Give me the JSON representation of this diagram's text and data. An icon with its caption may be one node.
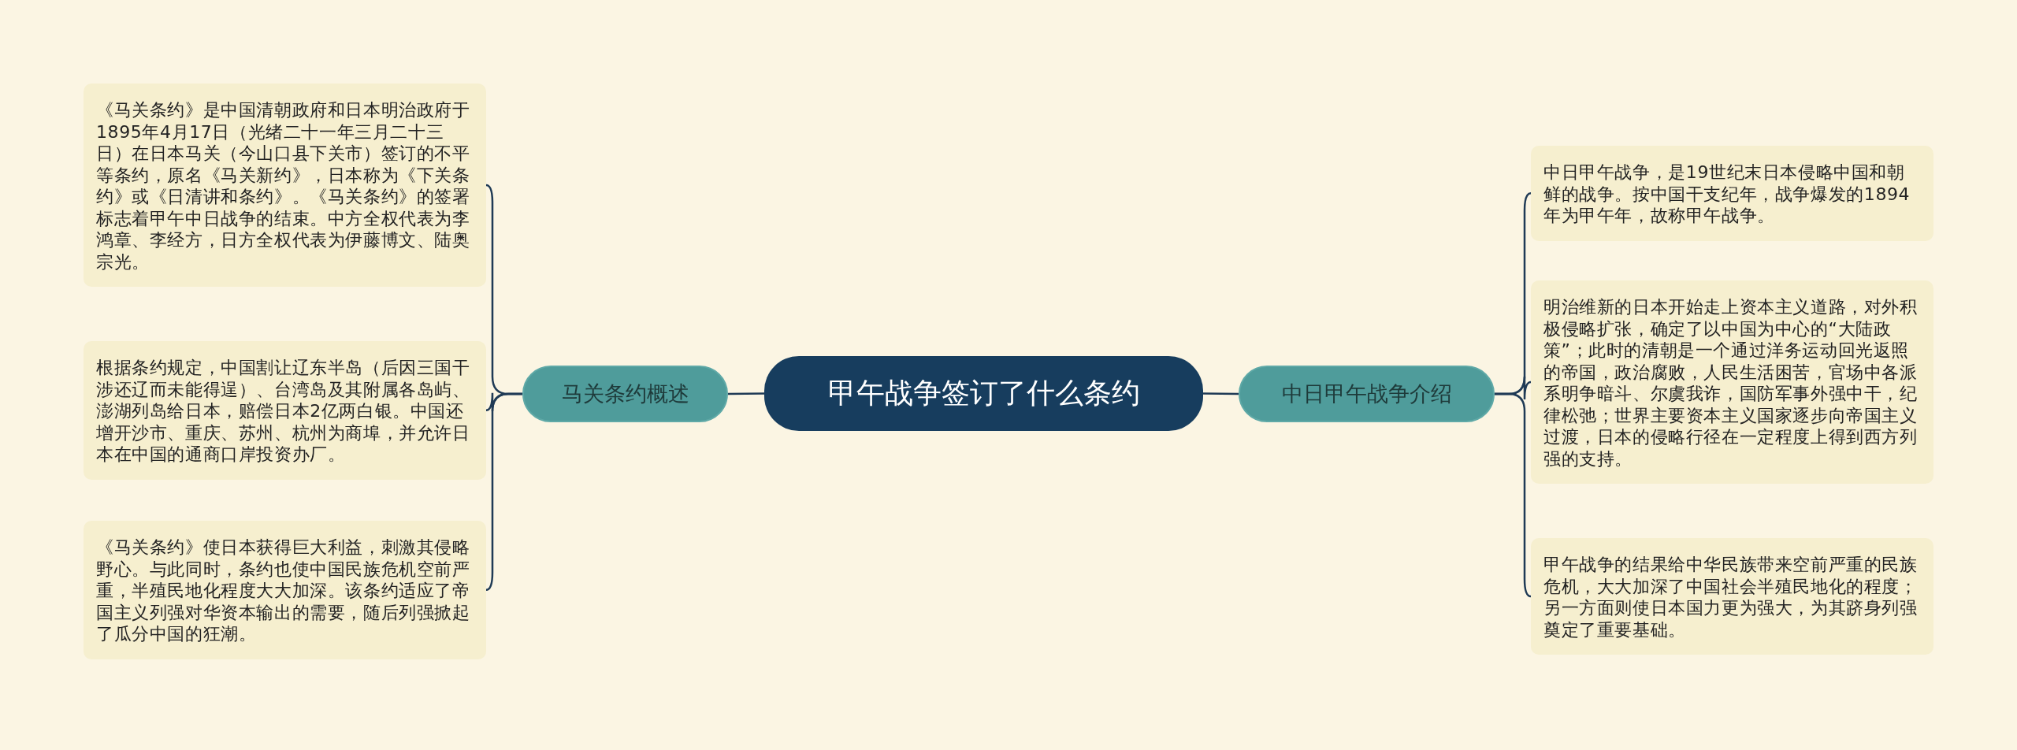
{
  "diagram": {
    "nodes": [
      {
        "text": [
          "甲午战争签订了什么条约"
        ]
      },
      {
        "text": [
          "马关条约概述"
        ]
      },
      {
        "text": [
          "《马关条约》是中国清朝政府和日本明治政府于1895年4月17日（光绪二十一年三月二十三日）在日本马关（今山口县下关市）签订的不平等条约，原名《马关新约》，日本称为《下关条约》或《日清讲和条约》。《马关条约》的签署标志着甲午中日战争的结束。中方全权代表为李鸿章、李经方，日方全权代表为伊藤博文、陆奥宗光。"
        ]
      },
      {
        "text": [
          "根据条约规定，中国割让辽东半岛（后因三国干涉还辽而未能得逞）、台湾岛及其附属各岛屿、澎湖列岛给日本，赔偿日本2亿两白银。中国还增开沙市、重庆、苏州、杭州为商埠，并允许日本在中国的通商口岸投资办厂。"
        ]
      },
      {
        "text": [
          "《马关条约》使日本获得巨大利益，刺激其侵略野心。与此同时，条约也使中国民族危机空前严重，半殖民地化程度大大加深。该条约适应了帝国主义列强对华资本输出的需要，随后列强掀起了瓜分中国的狂潮。"
        ]
      },
      {
        "text": [
          "中日甲午战争介绍"
        ]
      },
      {
        "text": [
          "中日甲午战争，是19世纪末日本侵略中国和朝鲜的战争。按中国干支纪年，战争爆发的1894年为甲午年，故称甲午战争。"
        ]
      },
      {
        "text": [
          "明治维新的日本开始走上资本主义道路，对外积极侵略扩张，确定了以中国为中心的“大陆政策”；此时的清朝是一个通过洋务运动回光返照的帝国，政治腐败，人民生活困苦，官场中各派系明争暗斗、尔虞我诈，国防军事外强中干，纪律松弛；世界主要资本主义国家逐步向帝国主义过渡，日本的侵略行径在一定程度上得到西方列强的支持。"
        ]
      },
      {
        "text": [
          "甲午战争的结果给中华民族带来空前严重的民族危机，大大加深了中国社会半殖民地化的程度；另一方面则使日本国力更为强大，为其跻身列强奠定了重要基础。"
        ]
      }
    ],
    "edges": [
      {
        "from": 0,
        "to": 1,
        "arrow": "none"
      },
      {
        "from": 1,
        "to": 2,
        "arrow": "none"
      },
      {
        "from": 1,
        "to": 3,
        "arrow": "none"
      },
      {
        "from": 1,
        "to": 4,
        "arrow": "none"
      },
      {
        "from": 0,
        "to": 5,
        "arrow": "none"
      },
      {
        "from": 5,
        "to": 6,
        "arrow": "none"
      },
      {
        "from": 5,
        "to": 7,
        "arrow": "none"
      },
      {
        "from": 5,
        "to": 8,
        "arrow": "none"
      }
    ]
  }
}
